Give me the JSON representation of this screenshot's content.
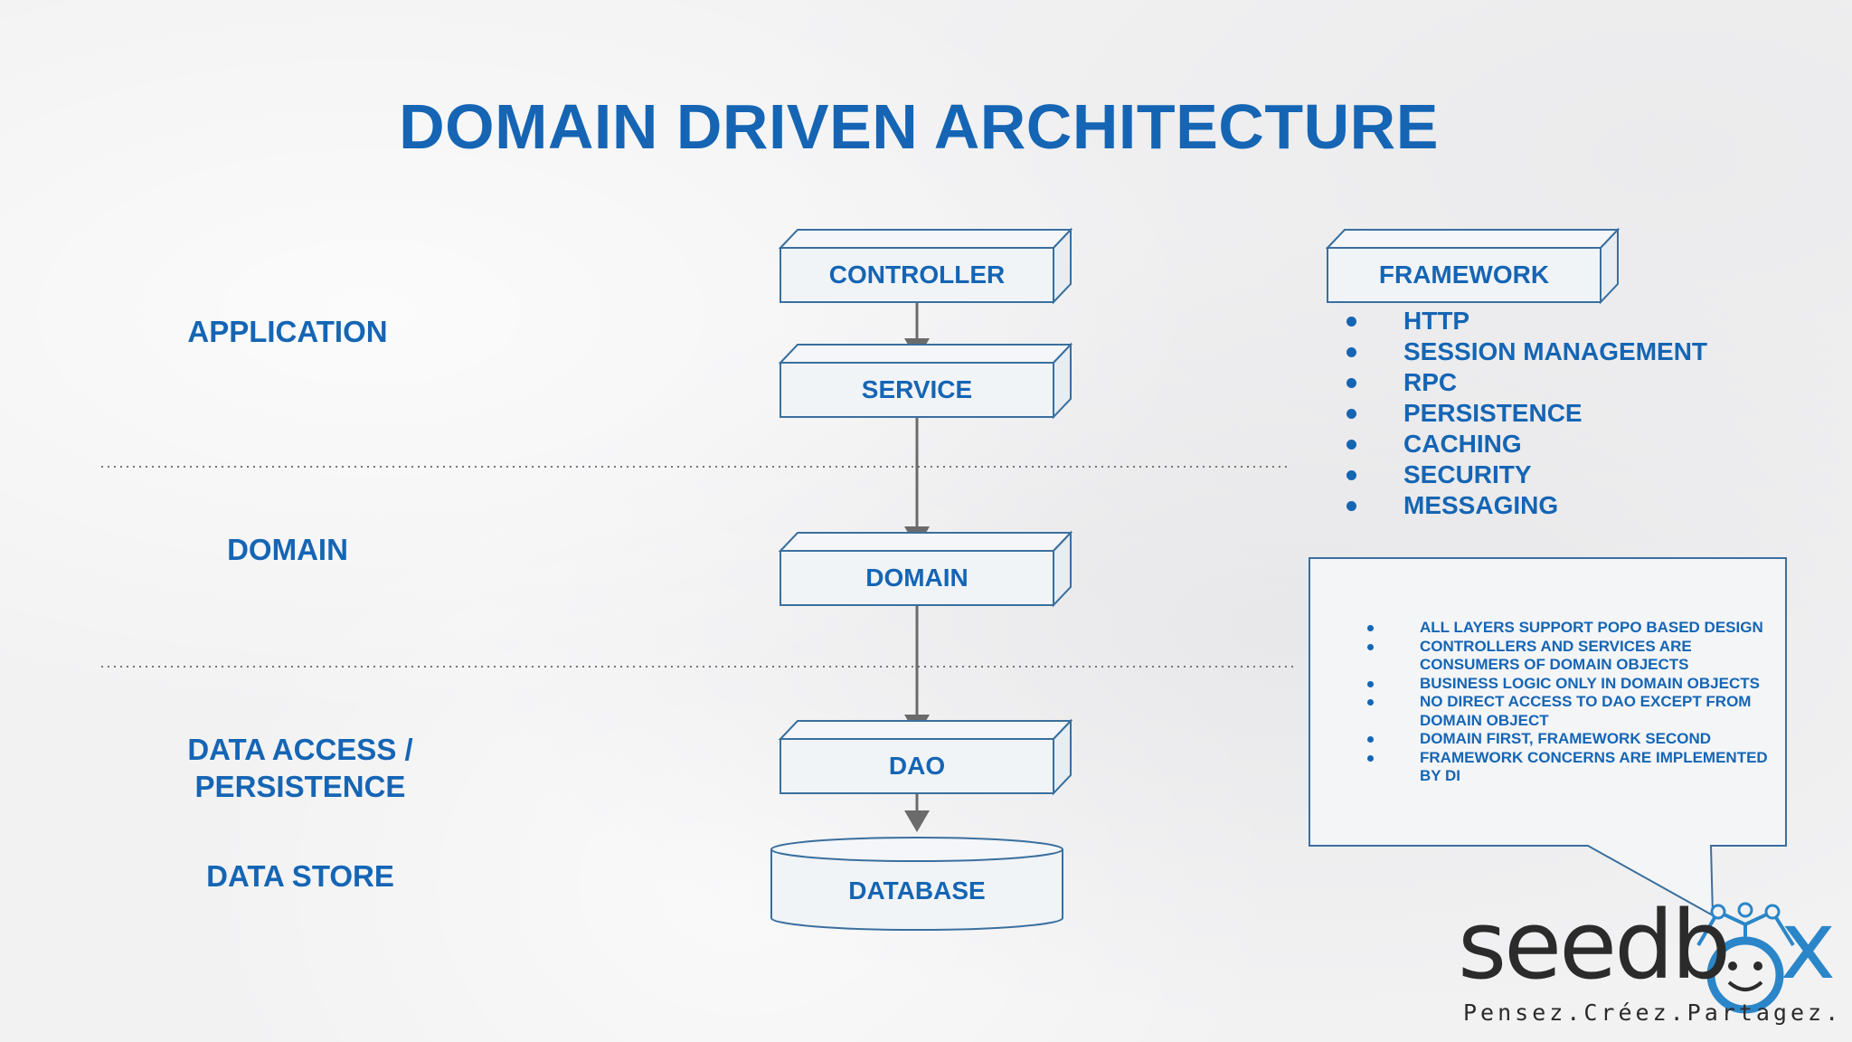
{
  "title": "DOMAIN DRIVEN ARCHITECTURE",
  "layers": {
    "application": "APPLICATION",
    "domain": "DOMAIN",
    "data_access_line1": "DATA ACCESS /",
    "data_access_line2": "PERSISTENCE",
    "data_store": "DATA STORE"
  },
  "boxes": {
    "controller": "CONTROLLER",
    "service": "SERVICE",
    "domain": "DOMAIN",
    "dao": "DAO",
    "database": "DATABASE",
    "framework": "FRAMEWORK"
  },
  "framework_items": [
    "HTTP",
    "SESSION MANAGEMENT",
    "RPC",
    "PERSISTENCE",
    "CACHING",
    "SECURITY",
    "MESSAGING"
  ],
  "notes": [
    "ALL LAYERS SUPPORT POPO BASED DESIGN",
    "CONTROLLERS AND SERVICES ARE CONSUMERS OF DOMAIN OBJECTS",
    "BUSINESS LOGIC ONLY IN DOMAIN OBJECTS",
    "NO DIRECT ACCESS TO DAO EXCEPT FROM DOMAIN OBJECT",
    "DOMAIN FIRST, FRAMEWORK SECOND",
    "FRAMEWORK CONCERNS ARE IMPLEMENTED BY DI"
  ],
  "logo": {
    "word_dark": "seedb",
    "word_blue": "o",
    "word_tail": "x",
    "tagline": "Pensez.Créez.Partagez."
  },
  "colors": {
    "accent": "#1565b4",
    "box_fill": "#f1f4f7",
    "box_stroke": "#3a6f9e",
    "arrow": "#6b6b6b",
    "logo_dark": "#2b2b2b",
    "logo_blue": "#2a86c8"
  }
}
